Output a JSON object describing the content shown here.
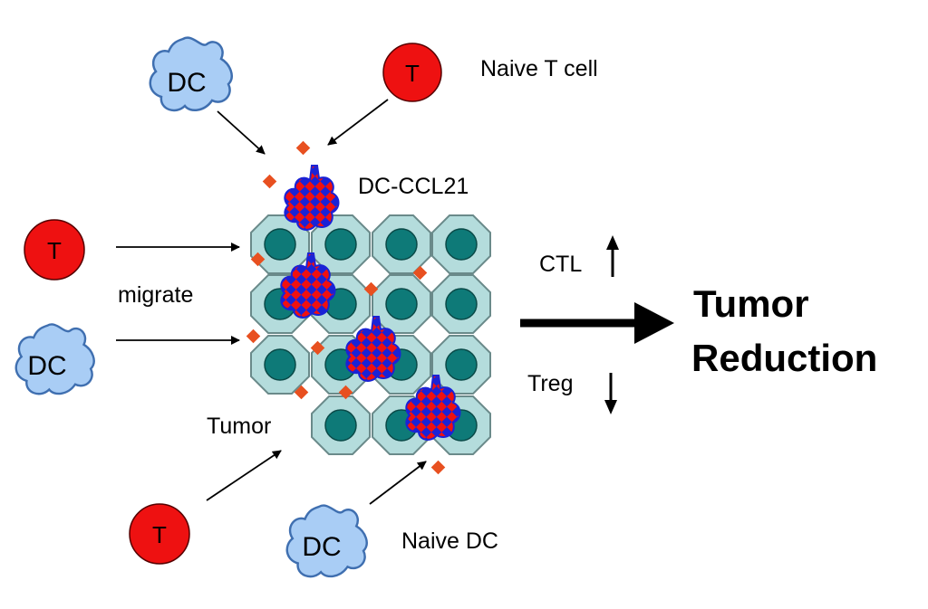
{
  "labels": {
    "naive_t_cell": "Naive T cell",
    "dc_ccl21": "DC-CCL21",
    "migrate": "migrate",
    "tumor": "Tumor",
    "naive_dc": "Naive DC",
    "ctl": "CTL",
    "treg": "Treg",
    "outcome_line1": "Tumor",
    "outcome_line2": "Reduction"
  },
  "cell_labels": {
    "dc": "DC",
    "t": "T"
  },
  "colors": {
    "t_cell": "#ee1111",
    "dc": "#a9cdf5",
    "dc_outline": "#3f6fb0",
    "tumor_cell": "#b4dcdc",
    "tumor_nucleus": "#0e7a78",
    "ccl21_blue": "#1a22d6",
    "ccl21_red": "#f01010",
    "chemokine": "#e85020"
  }
}
